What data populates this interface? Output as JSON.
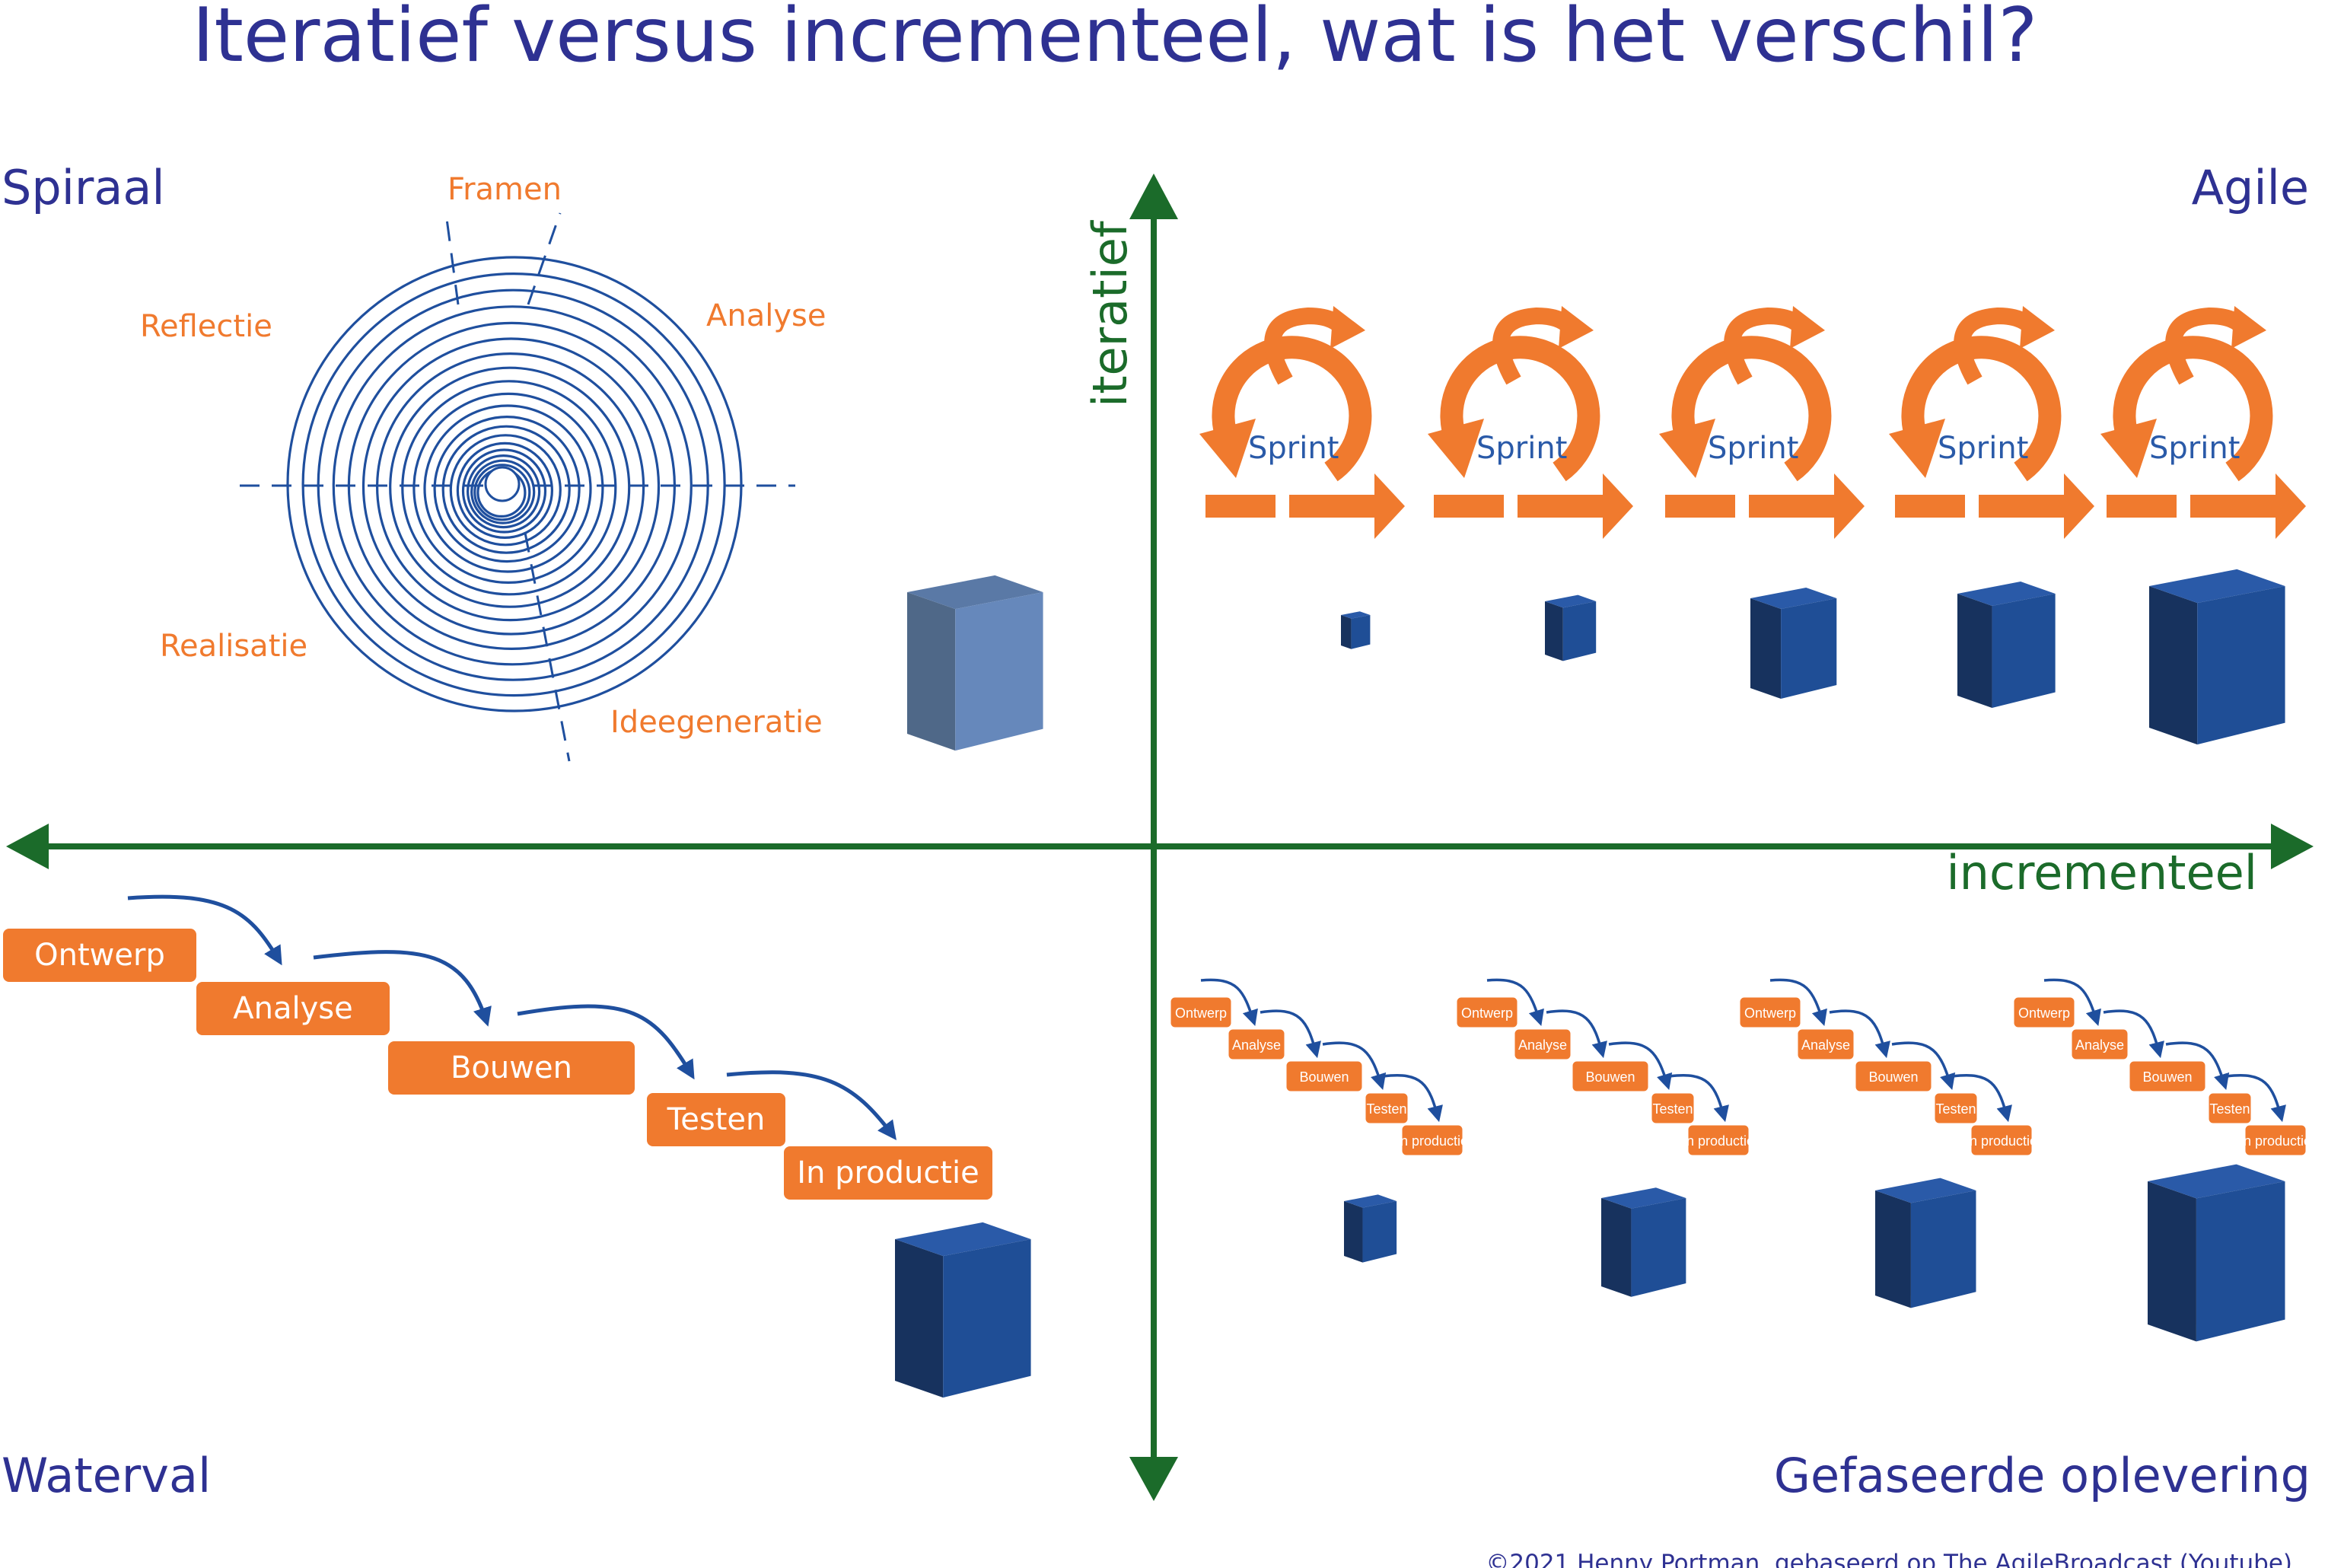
{
  "title": "Iteratief versus incrementeel, wat is het verschil?",
  "quadrants": {
    "top_left": "Spiraal",
    "top_right": "Agile",
    "bottom_left": "Waterval",
    "bottom_right": "Gefaseerde oplevering"
  },
  "axes": {
    "vertical": "iteratief",
    "horizontal": "incrementeel"
  },
  "spiral_phases": [
    "Framen",
    "Analyse",
    "Ideegeneratie",
    "Realisatie",
    "Reflectie"
  ],
  "sprint_label": "Sprint",
  "waterfall_steps": [
    "Ontwerp",
    "Analyse",
    "Bouwen",
    "Testen",
    "In productie"
  ],
  "credit": "©2021 Henny Portman. gebaseerd op The AgileBroadcast (Youtube)",
  "colors": {
    "title": "#2e3192",
    "axis": "#1b6b2a",
    "orange": "#f07a2e",
    "blue_line": "#1f4f9e",
    "cube_front": "#1f4e96",
    "cube_top": "#2a5aa8",
    "cube_side": "#17325e",
    "cube_pale_front": "#6688bb",
    "cube_pale_top": "#5a79a6",
    "cube_pale_side": "#4f6888"
  }
}
